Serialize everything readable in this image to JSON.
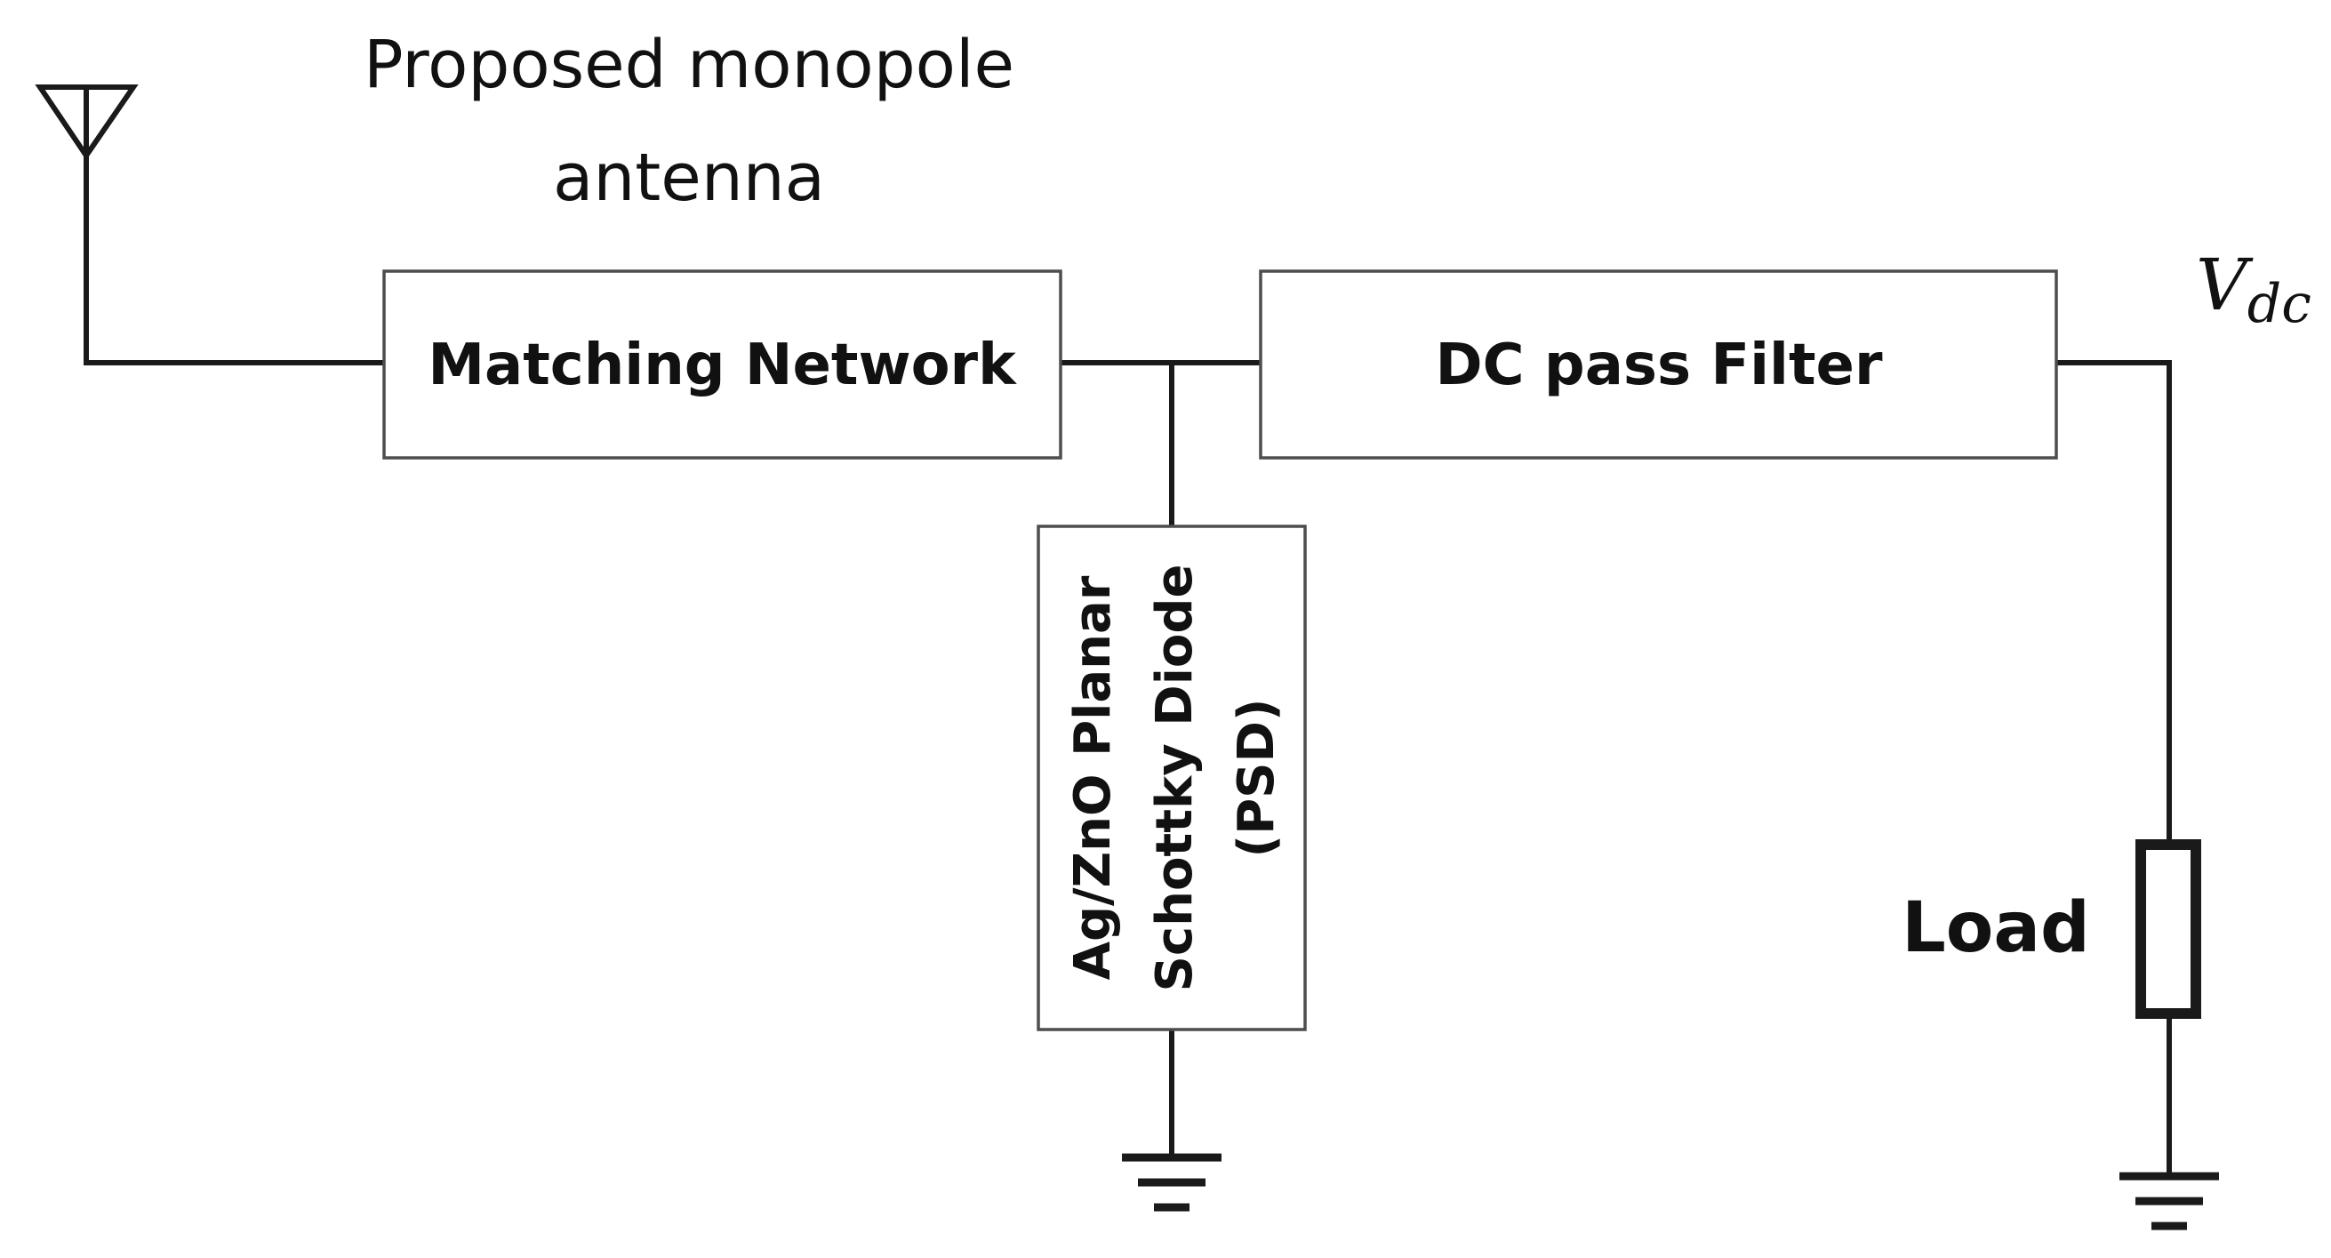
{
  "antenna_label": {
    "line1": "Proposed monopole",
    "line2": "antenna"
  },
  "matching_network": {
    "label": "Matching Network"
  },
  "dc_filter": {
    "label": "DC pass Filter"
  },
  "diode": {
    "line1": "Ag/ZnO Planar",
    "line2": "Schottky  Diode",
    "line3": "(PSD)"
  },
  "output": {
    "symbol": "V",
    "subscript": "dc"
  },
  "load": {
    "label": "Load"
  }
}
